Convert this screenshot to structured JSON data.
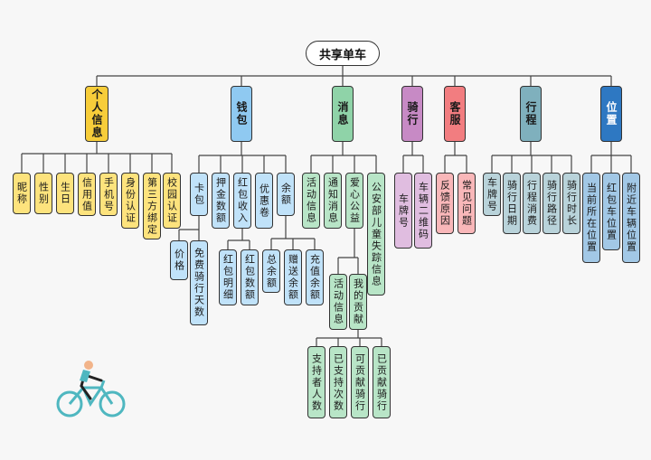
{
  "root": "共享单车",
  "categories": [
    {
      "label": "个人信息",
      "children": [
        "昵称",
        "性别",
        "生日",
        "信用值",
        "手机号",
        "身份认证",
        "第三方绑定",
        "校园认证"
      ]
    },
    {
      "label": "钱包",
      "children": [
        {
          "label": "卡包",
          "children": [
            "价格",
            "免费骑行天数"
          ]
        },
        {
          "label": "押金数额"
        },
        {
          "label": "红包收入",
          "children": [
            "红包明细",
            "红包数额"
          ]
        },
        {
          "label": "优惠卷"
        },
        {
          "label": "余额",
          "children": [
            "总余额",
            "赠送余额",
            "充值余额"
          ]
        }
      ]
    },
    {
      "label": "消息",
      "children": [
        {
          "label": "活动信息"
        },
        {
          "label": "通知消息"
        },
        {
          "label": "爱心公益",
          "children": [
            {
              "label": "活动信息"
            },
            {
              "label": "我的贡献",
              "children": [
                "支持者人数",
                "已支持次数",
                "可贡献骑行",
                "已贡献骑行"
              ]
            }
          ]
        },
        {
          "label": "公安部儿童失踪信息"
        }
      ]
    },
    {
      "label": "骑行",
      "children": [
        "车牌号",
        "车辆二维码"
      ]
    },
    {
      "label": "客服",
      "children": [
        "反馈原因",
        "常见问题"
      ]
    },
    {
      "label": "行程",
      "children": [
        "车牌号",
        "骑行日期",
        "行程消费",
        "骑行路径",
        "骑行时长"
      ]
    },
    {
      "label": "位置",
      "children": [
        "当前所在位置",
        "红包车位置",
        "附近车辆位置"
      ]
    }
  ],
  "colors": {
    "line": "#444444",
    "background": "#f7f7f7"
  },
  "illustration": "cyclist-icon"
}
